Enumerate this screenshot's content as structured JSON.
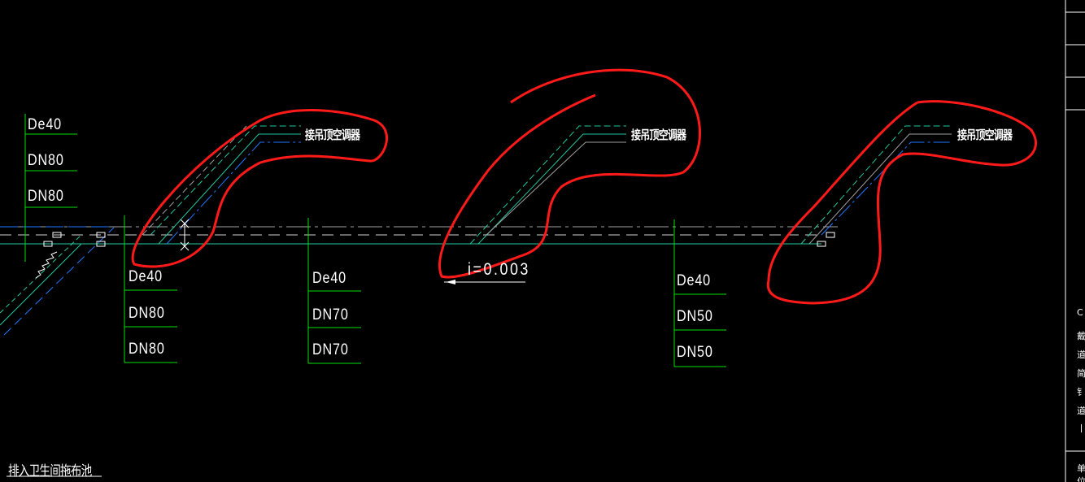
{
  "colors": {
    "background": "#000000",
    "pipe_blue": "#1e78ff",
    "pipe_teal": "#20c8a0",
    "pipe_gray": "#a0a0a0",
    "label_leader": "#00e000",
    "markup_red": "#ff1a1a",
    "text": "#ffffff"
  },
  "label_groups": [
    {
      "labels": [
        "De40",
        "DN80",
        "DN80"
      ]
    },
    {
      "labels": [
        "De40",
        "DN80",
        "DN80"
      ]
    },
    {
      "labels": [
        "De40",
        "DN70",
        "DN70"
      ]
    },
    {
      "labels": [
        "De40",
        "DN50",
        "DN50"
      ]
    }
  ],
  "riser_notes": [
    "接吊顶空调器",
    "接吊顶空调器",
    "接吊顶空调器"
  ],
  "slope_label": "i=0.003",
  "bottom_note": "排入卫生间拖布池",
  "side_panel": {
    "chars": [
      "C",
      "戴",
      "道",
      "简",
      "钅",
      "道",
      "丨"
    ],
    "bottom_char": "单位"
  }
}
